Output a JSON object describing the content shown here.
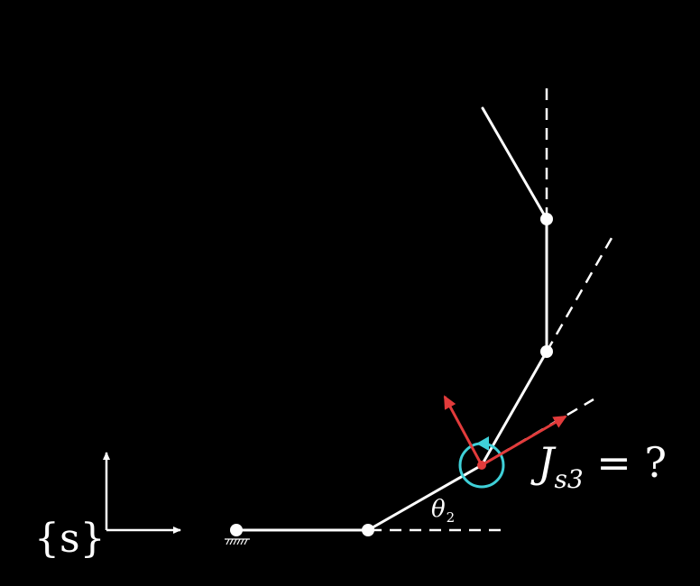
{
  "labels": {
    "frame": "{s}",
    "theta_symbol": "θ",
    "theta_index": "2",
    "eq_symbol": "J",
    "eq_sub": "s3",
    "eq_rest": " = ?"
  },
  "colors": {
    "background": "#000000",
    "link": "#ffffff",
    "joint": "#ffffff",
    "twist_arrow": "#e23b3b",
    "rotation_circle": "#3fd0d8"
  },
  "icons": {
    "ground": "ground-hatch-icon",
    "rotation": "rotation-circle-icon"
  }
}
